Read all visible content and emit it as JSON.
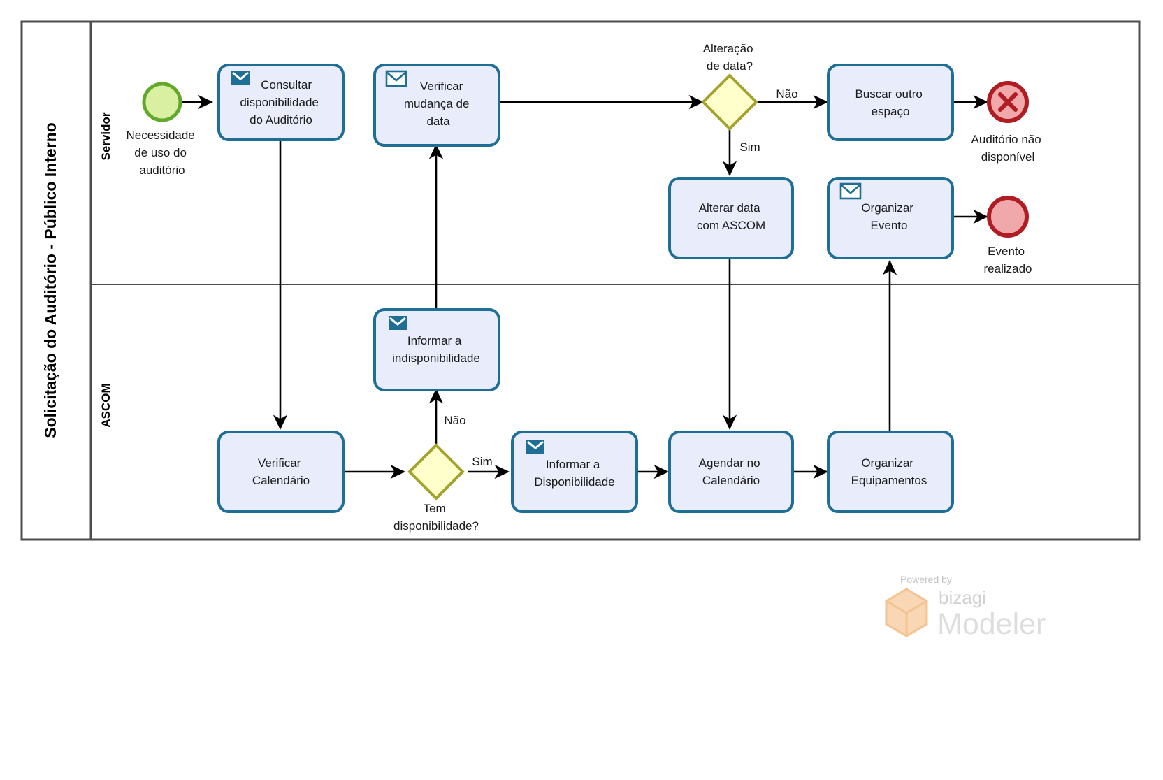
{
  "diagram": {
    "type": "bpmn-process",
    "pool_title": "Solicitação do Auditório - Público Interno",
    "lanes": [
      {
        "id": "servidor",
        "label": "Servidor"
      },
      {
        "id": "ascom",
        "label": "ASCOM"
      }
    ],
    "colors": {
      "task_fill": "#e8ecfb",
      "task_stroke": "#1f6e96",
      "gateway_fill": "#ffffcc",
      "gateway_stroke": "#a2a22c",
      "start_fill": "#d9f0a3",
      "start_stroke": "#62a82b",
      "end_fill": "#f0a8aa",
      "end_stroke": "#b11b22",
      "icon_color": "#1f6e96",
      "pool_border": "#4d4d4d",
      "flow_color": "#000000"
    },
    "events": [
      {
        "id": "start-necessidade",
        "kind": "start",
        "lane": "servidor",
        "label": "Necessidade de uso do auditório"
      },
      {
        "id": "end-auditorio-nao-disponivel",
        "kind": "end-terminate",
        "lane": "servidor",
        "label": "Auditório não disponível",
        "icon": "x-mark-icon"
      },
      {
        "id": "end-evento-realizado",
        "kind": "end-none",
        "lane": "servidor",
        "label": "Evento realizado"
      }
    ],
    "tasks": [
      {
        "id": "consultar-disponibilidade",
        "lane": "servidor",
        "label": "Consultar disponibilidade do Auditório",
        "marker": "send-message-icon"
      },
      {
        "id": "verificar-mudanca-data",
        "lane": "servidor",
        "label": "Verificar mudança de data",
        "marker": "receive-message-icon"
      },
      {
        "id": "buscar-outro-espaco",
        "lane": "servidor",
        "label": "Buscar outro espaço",
        "marker": "none"
      },
      {
        "id": "alterar-data-com-ascom",
        "lane": "servidor",
        "label": "Alterar data com ASCOM",
        "marker": "none"
      },
      {
        "id": "organizar-evento",
        "lane": "servidor",
        "label": "Organizar Evento",
        "marker": "receive-message-icon"
      },
      {
        "id": "informar-indisponibilidade",
        "lane": "ascom",
        "label": "Informar a indisponibilidade",
        "marker": "send-message-icon"
      },
      {
        "id": "verificar-calendario",
        "lane": "ascom",
        "label": "Verificar Calendário",
        "marker": "none"
      },
      {
        "id": "informar-disponibilidade",
        "lane": "ascom",
        "label": "Informar a Disponibilidade",
        "marker": "send-message-icon"
      },
      {
        "id": "agendar-no-calendario",
        "lane": "ascom",
        "label": "Agendar no Calendário",
        "marker": "none"
      },
      {
        "id": "organizar-equipamentos",
        "lane": "ascom",
        "label": "Organizar Equipamentos",
        "marker": "none"
      }
    ],
    "gateways": [
      {
        "id": "gw-alteracao-de-data",
        "lane": "servidor",
        "label": "Alteração de data?",
        "label_position": "above"
      },
      {
        "id": "gw-tem-disponibilidade",
        "lane": "ascom",
        "label": "Tem disponibilidade?",
        "label_position": "below"
      }
    ],
    "flow_labels": {
      "gw_data_nao": "Não",
      "gw_data_sim": "Sim",
      "gw_disp_nao": "Não",
      "gw_disp_sim": "Sim"
    },
    "flows": [
      {
        "from": "start-necessidade",
        "to": "consultar-disponibilidade",
        "label": ""
      },
      {
        "from": "consultar-disponibilidade",
        "to": "verificar-calendario",
        "label": ""
      },
      {
        "from": "verificar-calendario",
        "to": "gw-tem-disponibilidade",
        "label": ""
      },
      {
        "from": "gw-tem-disponibilidade",
        "to": "informar-indisponibilidade",
        "label": "Não"
      },
      {
        "from": "gw-tem-disponibilidade",
        "to": "informar-disponibilidade",
        "label": "Sim"
      },
      {
        "from": "informar-indisponibilidade",
        "to": "verificar-mudanca-data",
        "label": ""
      },
      {
        "from": "verificar-mudanca-data",
        "to": "gw-alteracao-de-data",
        "label": ""
      },
      {
        "from": "gw-alteracao-de-data",
        "to": "buscar-outro-espaco",
        "label": "Não"
      },
      {
        "from": "gw-alteracao-de-data",
        "to": "alterar-data-com-ascom",
        "label": "Sim"
      },
      {
        "from": "buscar-outro-espaco",
        "to": "end-auditorio-nao-disponivel",
        "label": ""
      },
      {
        "from": "alterar-data-com-ascom",
        "to": "agendar-no-calendario",
        "label": ""
      },
      {
        "from": "informar-disponibilidade",
        "to": "agendar-no-calendario",
        "label": ""
      },
      {
        "from": "agendar-no-calendario",
        "to": "organizar-equipamentos",
        "label": ""
      },
      {
        "from": "organizar-equipamentos",
        "to": "organizar-evento",
        "label": ""
      },
      {
        "from": "organizar-evento",
        "to": "end-evento-realizado",
        "label": ""
      }
    ]
  },
  "watermark": {
    "powered_by": "Powered by",
    "brand": "bizagi",
    "product": "Modeler"
  }
}
